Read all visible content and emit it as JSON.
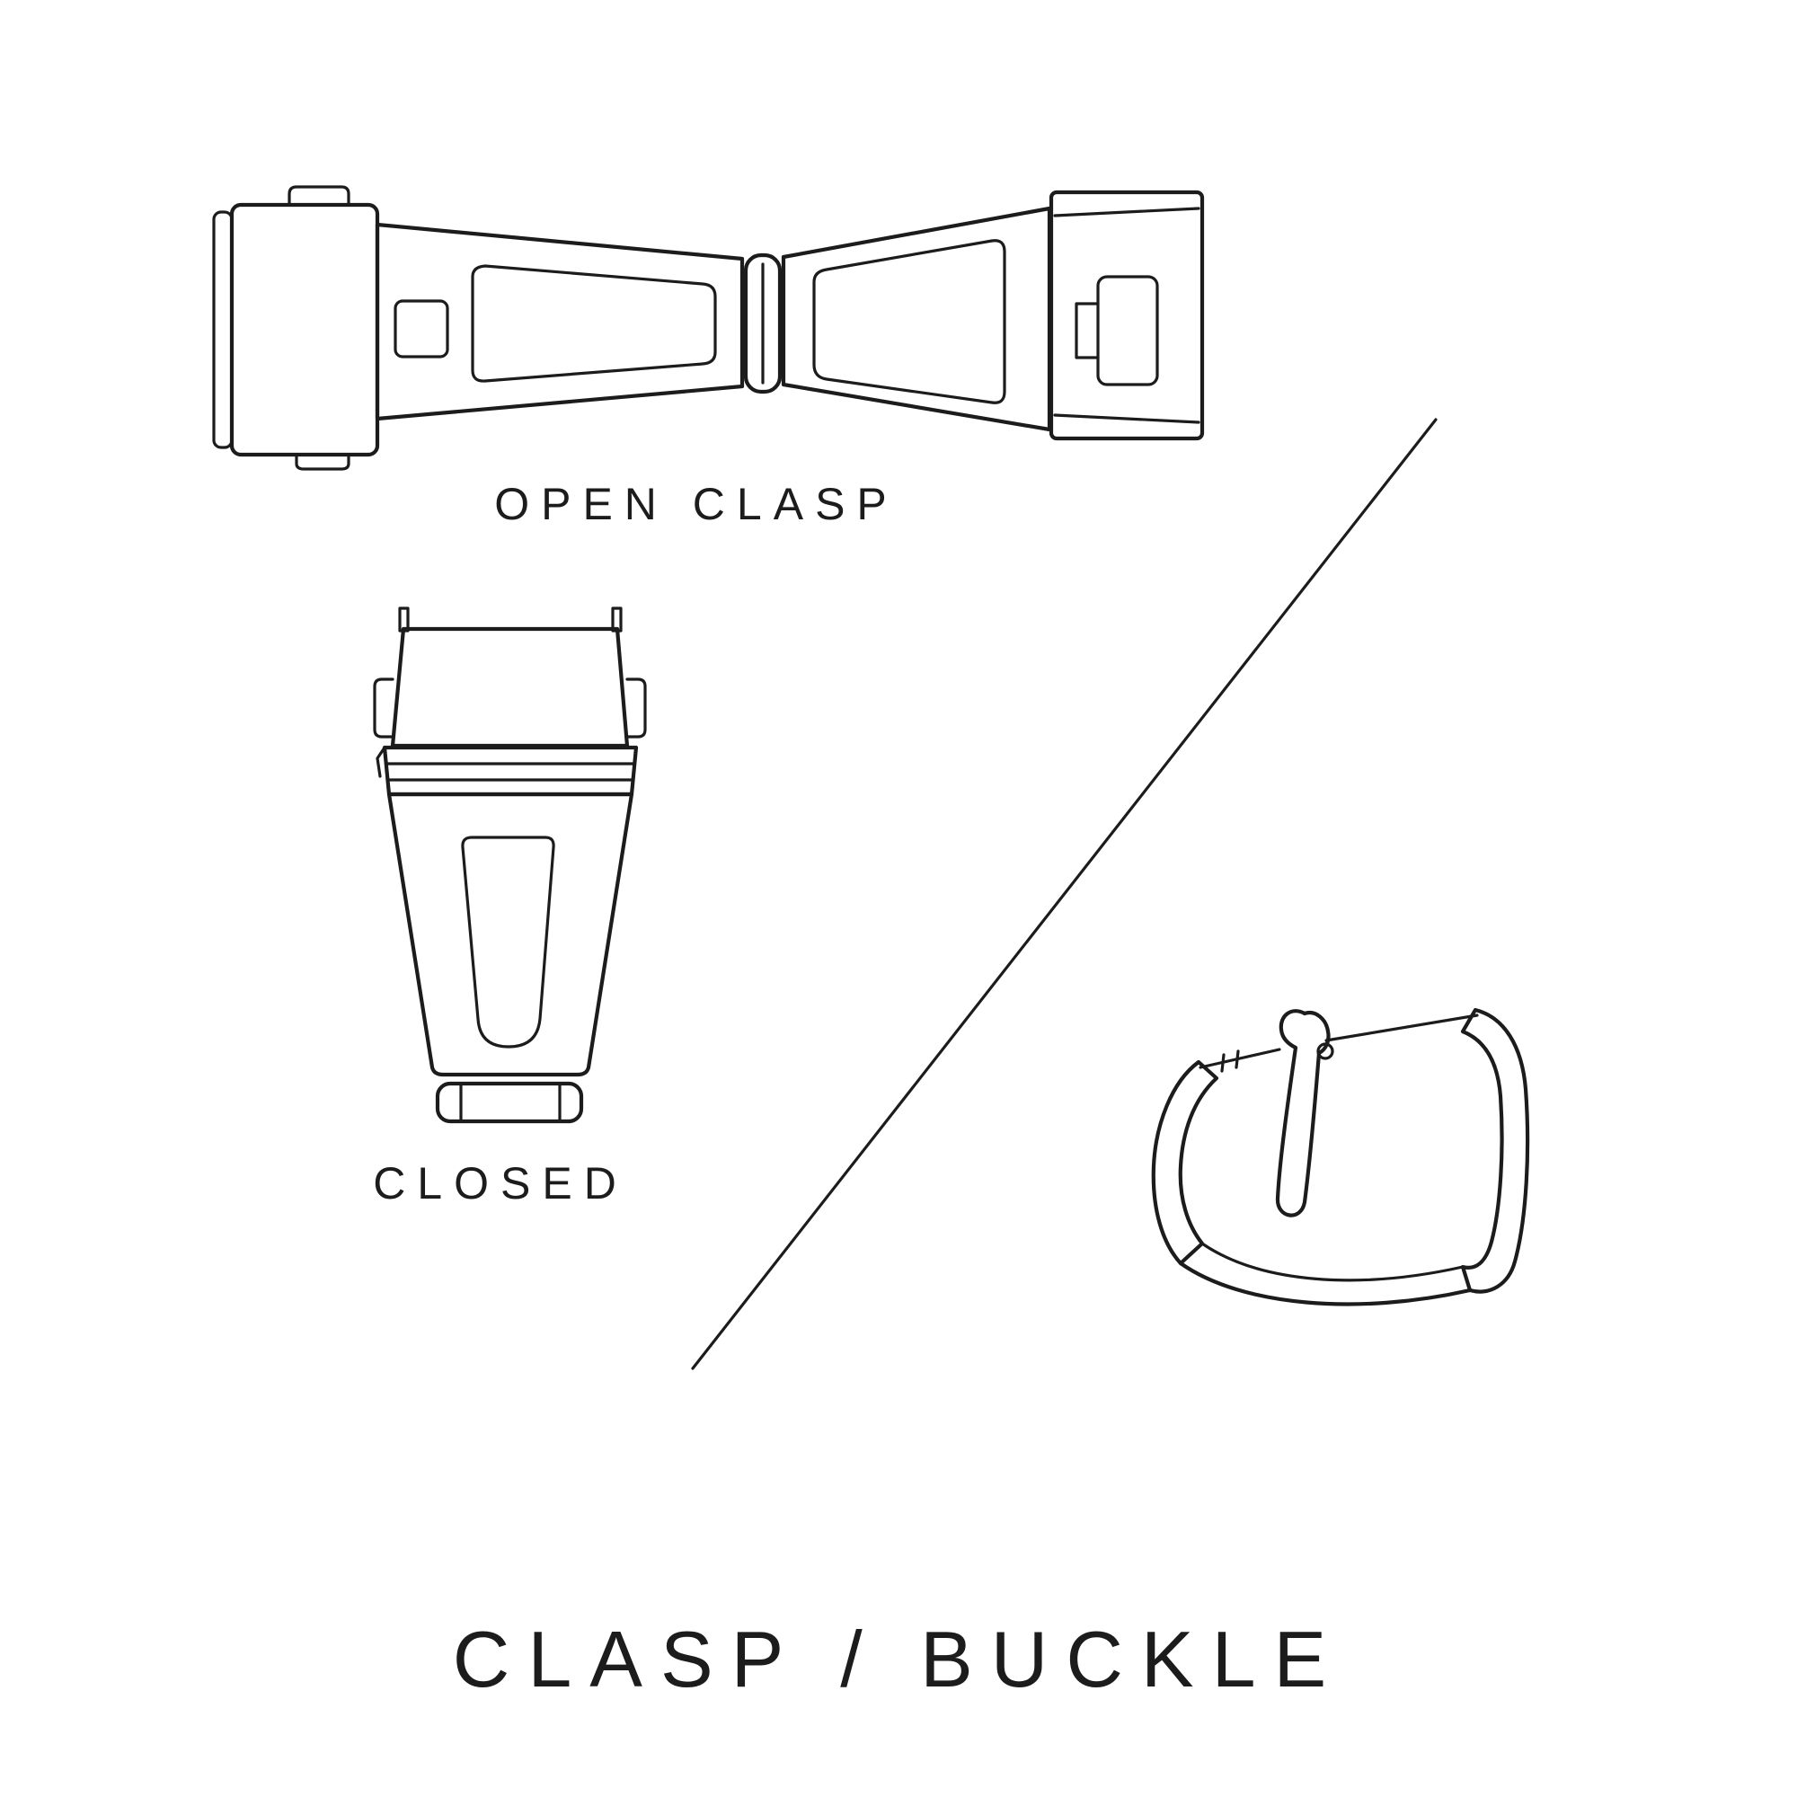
{
  "page": {
    "background": "#ffffff",
    "ink": "#1c1c1c"
  },
  "labels": {
    "open_clasp": "OPEN CLASP",
    "closed": "CLOSED",
    "title": "CLASP / BUCKLE"
  },
  "illustrations": {
    "open_clasp": "open-clasp-line-drawing",
    "closed_clasp": "closed-clasp-line-drawing",
    "buckle": "tang-buckle-line-drawing",
    "divider": "diagonal-divider-line"
  }
}
